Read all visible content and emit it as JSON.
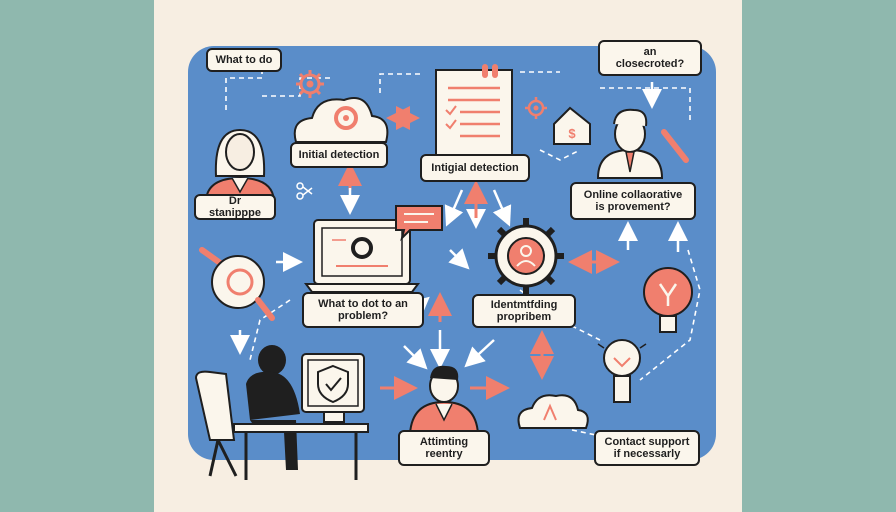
{
  "labels": {
    "what_to_do": "What to do",
    "closecroted": "an\nclosecroted?",
    "initial_detection_1": "Initial detection",
    "initial_detection_2": "Intigial detection",
    "dr_stanipppe": "Dr stanipppe",
    "online_collaborative": "Online collaorative\nis provement?",
    "what_to_dot": "What to dot to an\nproblem?",
    "identifying": "Identmtfding\npropribem",
    "attimting_reentry": "Attimting\nreentry",
    "contact_support": "Contact support\nif necessarly"
  },
  "colors": {
    "background": "#8fb8ae",
    "card": "#f7eee2",
    "board": "#5a8dc9",
    "accent": "#f07f6e",
    "ink": "#1f1f1f",
    "paper": "#fbf6ec"
  }
}
